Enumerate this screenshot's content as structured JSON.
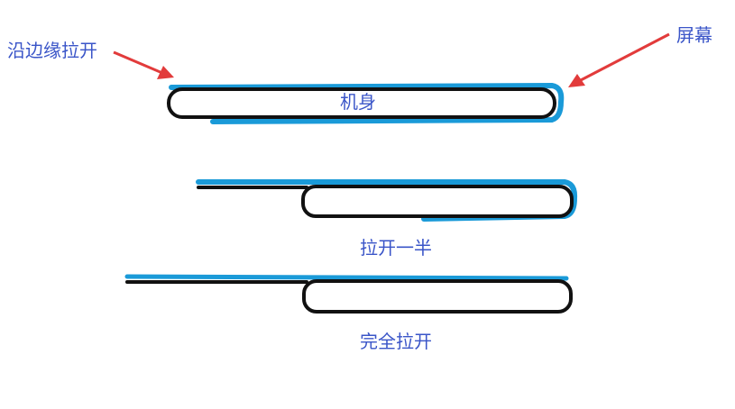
{
  "labels": {
    "edge_pull": "沿边缘拉开",
    "screen": "屏幕",
    "body": "机身",
    "half_open": "拉开一半",
    "full_open": "完全拉开"
  },
  "colors": {
    "screen_blue": "#1a9ad8",
    "body_outline": "#111111",
    "arrow_red": "#e23b3b",
    "label_blue": "#3a55c8"
  }
}
